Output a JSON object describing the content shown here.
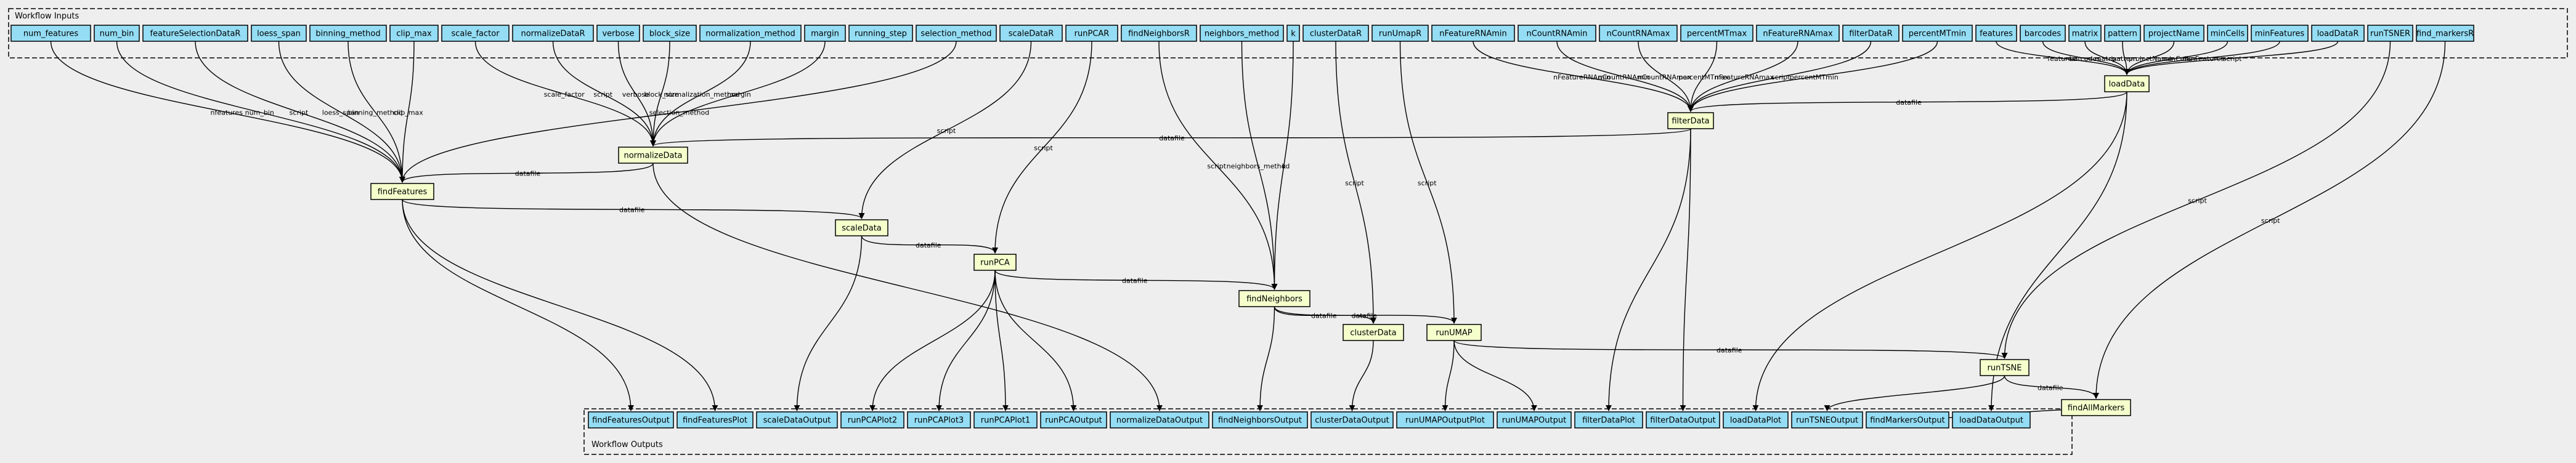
{
  "clusters": {
    "inputs_title": "Workflow Inputs",
    "outputs_title": "Workflow Outputs"
  },
  "colors": {
    "background": "#eeeeee",
    "io_fill": "#94ddf4",
    "step_fill": "#f5ffcc",
    "edge": "#000000"
  },
  "inputs": [
    {
      "id": "in_num_features",
      "label": "num_features"
    },
    {
      "id": "in_num_bin",
      "label": "num_bin"
    },
    {
      "id": "in_featureSelectionDataR",
      "label": "featureSelectionDataR"
    },
    {
      "id": "in_loess_span",
      "label": "loess_span"
    },
    {
      "id": "in_binning_method",
      "label": "binning_method"
    },
    {
      "id": "in_clip_max",
      "label": "clip_max"
    },
    {
      "id": "in_scale_factor",
      "label": "scale_factor"
    },
    {
      "id": "in_normalizeDataR",
      "label": "normalizeDataR"
    },
    {
      "id": "in_verbose",
      "label": "verbose"
    },
    {
      "id": "in_block_size",
      "label": "block_size"
    },
    {
      "id": "in_normalization_method",
      "label": "normalization_method"
    },
    {
      "id": "in_margin",
      "label": "margin"
    },
    {
      "id": "in_running_step",
      "label": "running_step"
    },
    {
      "id": "in_selection_method",
      "label": "selection_method"
    },
    {
      "id": "in_scaleDataR",
      "label": "scaleDataR"
    },
    {
      "id": "in_runPCAR",
      "label": "runPCAR"
    },
    {
      "id": "in_findNeighborsR",
      "label": "findNeighborsR"
    },
    {
      "id": "in_neighbors_method",
      "label": "neighbors_method"
    },
    {
      "id": "in_k",
      "label": "k"
    },
    {
      "id": "in_clusterDataR",
      "label": "clusterDataR"
    },
    {
      "id": "in_runUmapR",
      "label": "runUmapR"
    },
    {
      "id": "in_nFeatureRNAmin",
      "label": "nFeatureRNAmin"
    },
    {
      "id": "in_nCountRNAmin",
      "label": "nCountRNAmin"
    },
    {
      "id": "in_nCountRNAmax",
      "label": "nCountRNAmax"
    },
    {
      "id": "in_percentMTmax",
      "label": "percentMTmax"
    },
    {
      "id": "in_nFeatureRNAmax",
      "label": "nFeatureRNAmax"
    },
    {
      "id": "in_filterDataR",
      "label": "filterDataR"
    },
    {
      "id": "in_percentMTmin",
      "label": "percentMTmin"
    },
    {
      "id": "in_features",
      "label": "features"
    },
    {
      "id": "in_barcodes",
      "label": "barcodes"
    },
    {
      "id": "in_matrix",
      "label": "matrix"
    },
    {
      "id": "in_pattern",
      "label": "pattern"
    },
    {
      "id": "in_projectName",
      "label": "projectName"
    },
    {
      "id": "in_minCells",
      "label": "minCells"
    },
    {
      "id": "in_minFeatures",
      "label": "minFeatures"
    },
    {
      "id": "in_loadDataR",
      "label": "loadDataR"
    },
    {
      "id": "in_runTSNER",
      "label": "runTSNER"
    },
    {
      "id": "in_find_markersR",
      "label": "find_markersR"
    }
  ],
  "steps": [
    {
      "id": "st_loadData",
      "label": "loadData"
    },
    {
      "id": "st_filterData",
      "label": "filterData"
    },
    {
      "id": "st_normalizeData",
      "label": "normalizeData"
    },
    {
      "id": "st_findFeatures",
      "label": "findFeatures"
    },
    {
      "id": "st_scaleData",
      "label": "scaleData"
    },
    {
      "id": "st_runPCA",
      "label": "runPCA"
    },
    {
      "id": "st_findNeighbors",
      "label": "findNeighbors"
    },
    {
      "id": "st_clusterData",
      "label": "clusterData"
    },
    {
      "id": "st_runUMAP",
      "label": "runUMAP"
    },
    {
      "id": "st_runTSNE",
      "label": "runTSNE"
    },
    {
      "id": "st_findAllMarkers",
      "label": "findAllMarkers"
    }
  ],
  "outputs": [
    {
      "id": "out_findFeaturesOutput",
      "label": "findFeaturesOutput"
    },
    {
      "id": "out_findFeaturesPlot",
      "label": "findFeaturesPlot"
    },
    {
      "id": "out_scaleDataOutput",
      "label": "scaleDataOutput"
    },
    {
      "id": "out_runPCAPlot2",
      "label": "runPCAPlot2"
    },
    {
      "id": "out_runPCAPlot3",
      "label": "runPCAPlot3"
    },
    {
      "id": "out_runPCAPlot1",
      "label": "runPCAPlot1"
    },
    {
      "id": "out_runPCAOutput",
      "label": "runPCAOutput"
    },
    {
      "id": "out_normalizeDataOutput",
      "label": "normalizeDataOutput"
    },
    {
      "id": "out_findNeighborsOutput",
      "label": "findNeighborsOutput"
    },
    {
      "id": "out_clusterDataOutput",
      "label": "clusterDataOutput"
    },
    {
      "id": "out_runUMAPOutputPlot",
      "label": "runUMAPOutputPlot"
    },
    {
      "id": "out_runUMAPOutput",
      "label": "runUMAPOutput"
    },
    {
      "id": "out_filterDataPlot",
      "label": "filterDataPlot"
    },
    {
      "id": "out_filterDataOutput",
      "label": "filterDataOutput"
    },
    {
      "id": "out_loadDataPlot",
      "label": "loadDataPlot"
    },
    {
      "id": "out_runTSNEOutput",
      "label": "runTSNEOutput"
    },
    {
      "id": "out_findMarkersOutput",
      "label": "findMarkersOutput"
    },
    {
      "id": "out_loadDataOutput",
      "label": "loadDataOutput"
    }
  ],
  "edges": [
    {
      "from": "in_num_features",
      "to": "st_findFeatures",
      "label": "nfeatures"
    },
    {
      "from": "in_num_bin",
      "to": "st_findFeatures",
      "label": "num_bin"
    },
    {
      "from": "in_featureSelectionDataR",
      "to": "st_findFeatures",
      "label": "script"
    },
    {
      "from": "in_loess_span",
      "to": "st_findFeatures",
      "label": "loess_span"
    },
    {
      "from": "in_binning_method",
      "to": "st_findFeatures",
      "label": "binning_method"
    },
    {
      "from": "in_clip_max",
      "to": "st_findFeatures",
      "label": "clip_max"
    },
    {
      "from": "in_selection_method",
      "to": "st_findFeatures",
      "label": "selection_method"
    },
    {
      "from": "in_scale_factor",
      "to": "st_normalizeData",
      "label": "scale_factor"
    },
    {
      "from": "in_normalizeDataR",
      "to": "st_normalizeData",
      "label": "script"
    },
    {
      "from": "in_verbose",
      "to": "st_normalizeData",
      "label": "verbose"
    },
    {
      "from": "in_block_size",
      "to": "st_normalizeData",
      "label": "block_size"
    },
    {
      "from": "in_normalization_method",
      "to": "st_normalizeData",
      "label": "normalization_method"
    },
    {
      "from": "in_margin",
      "to": "st_normalizeData",
      "label": "margin"
    },
    {
      "from": "in_scaleDataR",
      "to": "st_scaleData",
      "label": "script"
    },
    {
      "from": "in_runPCAR",
      "to": "st_runPCA",
      "label": "script"
    },
    {
      "from": "in_findNeighborsR",
      "to": "st_findNeighbors",
      "label": "script"
    },
    {
      "from": "in_neighbors_method",
      "to": "st_findNeighbors",
      "label": "neighbors_method"
    },
    {
      "from": "in_k",
      "to": "st_findNeighbors",
      "label": "k"
    },
    {
      "from": "in_clusterDataR",
      "to": "st_clusterData",
      "label": "script"
    },
    {
      "from": "in_runUmapR",
      "to": "st_runUMAP",
      "label": "script"
    },
    {
      "from": "in_nFeatureRNAmin",
      "to": "st_filterData",
      "label": "nFeatureRNAmin"
    },
    {
      "from": "in_nCountRNAmin",
      "to": "st_filterData",
      "label": "nCountRNAmin"
    },
    {
      "from": "in_nCountRNAmax",
      "to": "st_filterData",
      "label": "nCountRNAmax"
    },
    {
      "from": "in_percentMTmax",
      "to": "st_filterData",
      "label": "percentMTmax"
    },
    {
      "from": "in_nFeatureRNAmax",
      "to": "st_filterData",
      "label": "nFeatureRNAmax"
    },
    {
      "from": "in_filterDataR",
      "to": "st_filterData",
      "label": "script"
    },
    {
      "from": "in_percentMTmin",
      "to": "st_filterData",
      "label": "percentMTmin"
    },
    {
      "from": "in_features",
      "to": "st_loadData",
      "label": "features"
    },
    {
      "from": "in_barcodes",
      "to": "st_loadData",
      "label": "barcodes"
    },
    {
      "from": "in_matrix",
      "to": "st_loadData",
      "label": "matrix"
    },
    {
      "from": "in_pattern",
      "to": "st_loadData",
      "label": "pattern"
    },
    {
      "from": "in_projectName",
      "to": "st_loadData",
      "label": "projectName"
    },
    {
      "from": "in_minCells",
      "to": "st_loadData",
      "label": "minCells"
    },
    {
      "from": "in_minFeatures",
      "to": "st_loadData",
      "label": "minFeatures"
    },
    {
      "from": "in_loadDataR",
      "to": "st_loadData",
      "label": "script"
    },
    {
      "from": "in_runTSNER",
      "to": "st_runTSNE",
      "label": "script"
    },
    {
      "from": "in_find_markersR",
      "to": "st_findAllMarkers",
      "label": "script"
    },
    {
      "from": "st_loadData",
      "to": "st_filterData",
      "label": "datafile"
    },
    {
      "from": "st_filterData",
      "to": "st_normalizeData",
      "label": "datafile"
    },
    {
      "from": "st_normalizeData",
      "to": "st_findFeatures",
      "label": "datafile"
    },
    {
      "from": "st_findFeatures",
      "to": "st_scaleData",
      "label": "datafile"
    },
    {
      "from": "st_scaleData",
      "to": "st_runPCA",
      "label": "datafile"
    },
    {
      "from": "st_runPCA",
      "to": "st_findNeighbors",
      "label": "datafile"
    },
    {
      "from": "st_findNeighbors",
      "to": "st_clusterData",
      "label": "datafile"
    },
    {
      "from": "st_findNeighbors",
      "to": "st_runUMAP",
      "label": "datafile"
    },
    {
      "from": "st_runUMAP",
      "to": "st_runTSNE",
      "label": "datafile"
    },
    {
      "from": "st_runTSNE",
      "to": "st_findAllMarkers",
      "label": "datafile"
    },
    {
      "from": "st_findFeatures",
      "to": "out_findFeaturesOutput",
      "label": ""
    },
    {
      "from": "st_findFeatures",
      "to": "out_findFeaturesPlot",
      "label": ""
    },
    {
      "from": "st_scaleData",
      "to": "out_scaleDataOutput",
      "label": ""
    },
    {
      "from": "st_runPCA",
      "to": "out_runPCAPlot2",
      "label": ""
    },
    {
      "from": "st_runPCA",
      "to": "out_runPCAPlot3",
      "label": ""
    },
    {
      "from": "st_runPCA",
      "to": "out_runPCAPlot1",
      "label": ""
    },
    {
      "from": "st_runPCA",
      "to": "out_runPCAOutput",
      "label": ""
    },
    {
      "from": "st_normalizeData",
      "to": "out_normalizeDataOutput",
      "label": ""
    },
    {
      "from": "st_findNeighbors",
      "to": "out_findNeighborsOutput",
      "label": ""
    },
    {
      "from": "st_clusterData",
      "to": "out_clusterDataOutput",
      "label": ""
    },
    {
      "from": "st_runUMAP",
      "to": "out_runUMAPOutputPlot",
      "label": ""
    },
    {
      "from": "st_runUMAP",
      "to": "out_runUMAPOutput",
      "label": ""
    },
    {
      "from": "st_filterData",
      "to": "out_filterDataPlot",
      "label": ""
    },
    {
      "from": "st_filterData",
      "to": "out_filterDataOutput",
      "label": ""
    },
    {
      "from": "st_loadData",
      "to": "out_loadDataPlot",
      "label": ""
    },
    {
      "from": "st_runTSNE",
      "to": "out_runTSNEOutput",
      "label": ""
    },
    {
      "from": "st_findAllMarkers",
      "to": "out_findMarkersOutput",
      "label": ""
    },
    {
      "from": "st_loadData",
      "to": "out_loadDataOutput",
      "label": ""
    }
  ]
}
